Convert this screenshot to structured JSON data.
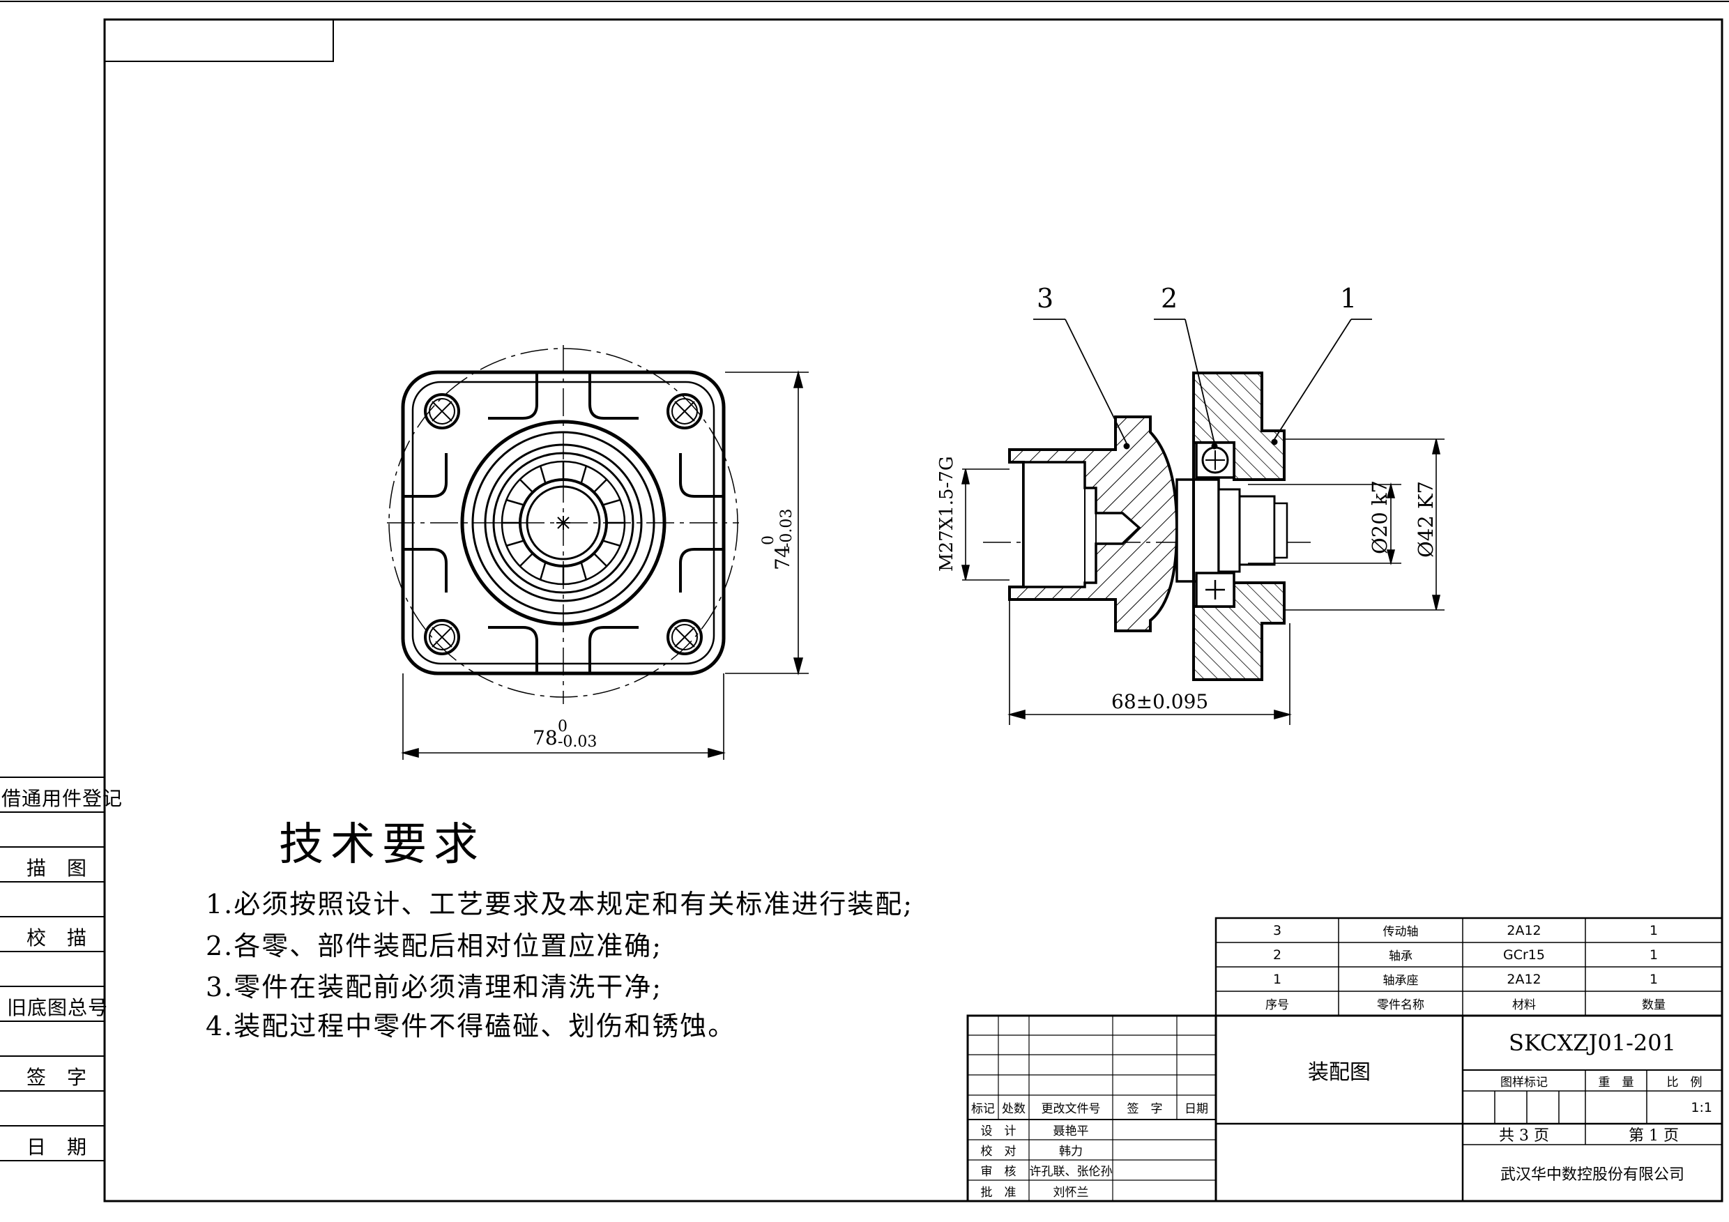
{
  "left_stamp_column": [
    "借通用件登记",
    "描　图",
    "校　描",
    "旧底图总号",
    "签　字",
    "日　期"
  ],
  "technical_requirements": {
    "title": "技术要求",
    "items": [
      "1.必须按照设计、工艺要求及本规定和有关标准进行装配;",
      "2.各零、部件装配后相对位置应准确;",
      "3.零件在装配前必须清理和清洗干净;",
      "4.装配过程中零件不得磕碰、划伤和锈蚀。"
    ]
  },
  "dimensions": {
    "height": "74",
    "height_tol_upper": "0",
    "height_tol_lower": "-0.03",
    "width": "78",
    "width_tol_upper": "0",
    "width_tol_lower": "-0.03",
    "thread": "M27X1.5-7G",
    "shaft_dia": "Ø20 k7",
    "housing_dia": "Ø42 K7",
    "length": "68±0.095"
  },
  "balloons": [
    "3",
    "2",
    "1"
  ],
  "parts_list": {
    "rows": [
      {
        "no": "3",
        "name": "传动轴",
        "material": "2A12",
        "qty": "1"
      },
      {
        "no": "2",
        "name": "轴承",
        "material": "GCr15",
        "qty": "1"
      },
      {
        "no": "1",
        "name": "轴承座",
        "material": "2A12",
        "qty": "1"
      }
    ],
    "header": {
      "no": "序号",
      "name": "零件名称",
      "material": "材料",
      "qty": "数量"
    }
  },
  "title_block": {
    "drawing_name": "装配图",
    "drawing_number": "SKCXZJ01-201",
    "stage_mark": "图样标记",
    "weight": "重　量",
    "scale_label": "比　例",
    "scale": "1:1",
    "total_pages": "共 3 页",
    "page": "第 1 页",
    "company": "武汉华中数控股份有限公司",
    "revision_headers": [
      "标记",
      "处数",
      "更改文件号",
      "签　字",
      "日期"
    ],
    "roles": [
      {
        "role": "设　计",
        "name": "聂艳平"
      },
      {
        "role": "校　对",
        "name": "韩力"
      },
      {
        "role": "审　核",
        "name": "许孔联、张伦孙"
      },
      {
        "role": "批　准",
        "name": "刘怀兰"
      }
    ]
  }
}
